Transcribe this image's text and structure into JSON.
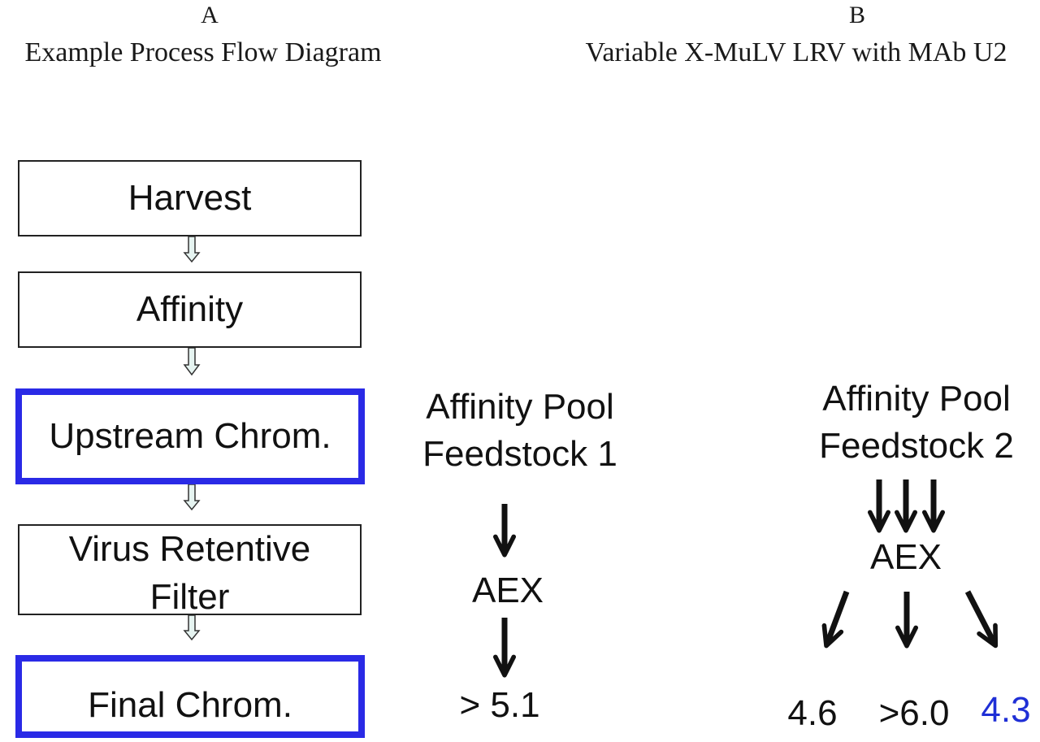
{
  "panel_a": {
    "letter": "A",
    "title": "Example Process Flow Diagram",
    "steps": [
      {
        "label": "Harvest",
        "highlighted": false
      },
      {
        "label": "Affinity",
        "highlighted": false
      },
      {
        "label": "Upstream Chrom.",
        "highlighted": true
      },
      {
        "label": "Virus Retentive Filter",
        "highlighted": false
      },
      {
        "label": "Final Chrom.",
        "highlighted": true
      }
    ]
  },
  "panel_b": {
    "letter": "B",
    "title": "Variable X-MuLV LRV with MAb U2",
    "feedstock_1": {
      "source_line1": "Affinity Pool",
      "source_line2": "Feedstock 1",
      "step": "AEX",
      "result": "> 5.1"
    },
    "feedstock_2": {
      "source_line1": "Affinity Pool",
      "source_line2": "Feedstock 2",
      "step": "AEX",
      "results": [
        {
          "value": "4.6",
          "color": "#111111"
        },
        {
          "value": ">6.0",
          "color": "#111111"
        },
        {
          "value": "4.3",
          "color": "#1f2fd6"
        }
      ]
    }
  },
  "colors": {
    "highlight_border": "#2a2ae6",
    "flow_arrow_fill": "#e6f4f1"
  }
}
